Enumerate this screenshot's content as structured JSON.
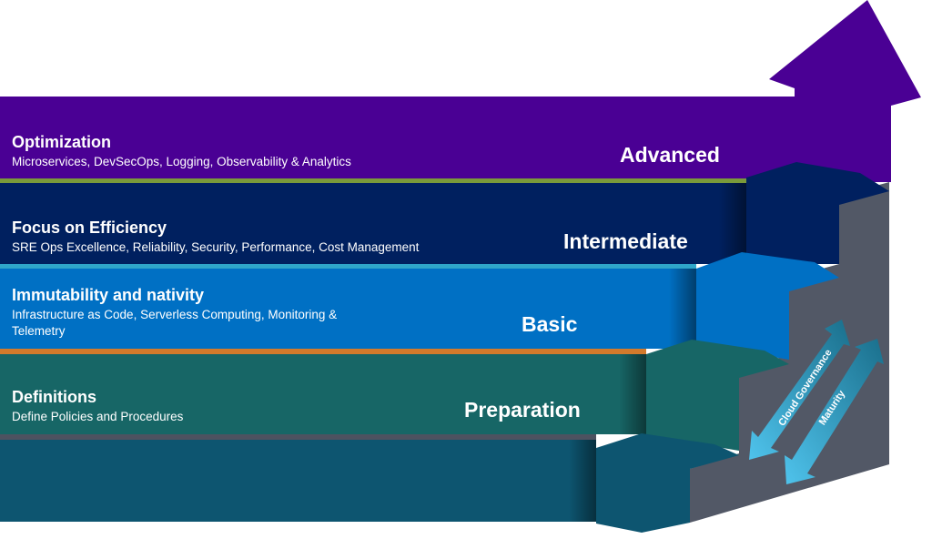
{
  "diagram": {
    "title": "Cloud Governance Maturity Staircase",
    "stages": [
      {
        "title": "Optimization",
        "description": "Microservices, DevSecOps, Logging, Observability & Analytics",
        "level": "Advanced",
        "color": "#4a0094",
        "stripe": "#7a9a3a"
      },
      {
        "title": "Focus on Efficiency",
        "description": "SRE Ops Excellence, Reliability, Security, Performance, Cost Management",
        "level": "Intermediate",
        "color": "#00205f",
        "stripe": "#2fa6c9"
      },
      {
        "title": "Immutability and nativity",
        "description_line1": "Infrastructure as Code, Serverless Computing, Monitoring &",
        "description_line2": "Telemetry",
        "level": "Basic",
        "color": "#0070c4",
        "stripe": "#d27a2c"
      },
      {
        "title": "Definitions",
        "description": "Define Policies and Procedures",
        "level": "Preparation",
        "color": "#176666",
        "stripe": "#4d5260"
      },
      {
        "title": "",
        "description": "",
        "level": "",
        "color": "#0d5570"
      }
    ],
    "side_wall_color": "#525866",
    "arrows": [
      {
        "label": "Cloud Governance",
        "direction": "bidirectional"
      },
      {
        "label": "Maturity",
        "direction": "bidirectional"
      }
    ]
  }
}
